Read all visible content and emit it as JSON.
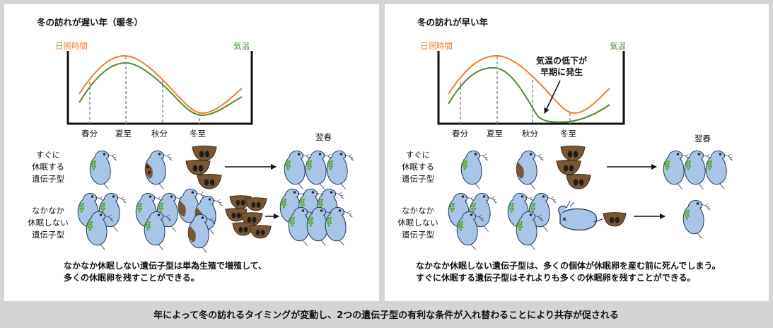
{
  "left_panel": {
    "title": "冬の訪れが遅い年（暖冬）",
    "daylight_label": "日照時間",
    "temperature_label": "気温",
    "seasons": [
      "春分",
      "夏至",
      "秋分",
      "冬至"
    ],
    "next_spring": "翌春",
    "genotype_quick": [
      "すぐに",
      "休眠する",
      "遺伝子型"
    ],
    "genotype_slow": [
      "なかなか",
      "休眠しない",
      "遺伝子型"
    ],
    "caption": [
      "なかなか休眠しない遺伝子型は単為生殖で増殖して、",
      "多くの休眠卵を残すことができる。"
    ]
  },
  "right_panel": {
    "title": "冬の訪れが早い年",
    "daylight_label": "日照時間",
    "temperature_label": "気温",
    "annotation": [
      "気温の低下が",
      "早期に発生"
    ],
    "seasons": [
      "春分",
      "夏至",
      "秋分",
      "冬至"
    ],
    "next_spring": "翌春",
    "genotype_quick": [
      "すぐに",
      "休眠する",
      "遺伝子型"
    ],
    "genotype_slow": [
      "なかなか",
      "休眠しない",
      "遺伝子型"
    ],
    "caption": [
      "なかなか休眠しない遺伝子型は、多くの個体が休眠卵を産む前に死んでしまう。",
      "すぐに休眠する遺伝子型はそれよりも多くの休眠卵を残すことができる。"
    ]
  },
  "footer": "年によって冬の訪れるタイミングが変動し、2つの遺伝子型の有利な条件が入れ替わることにより共存が促される",
  "colors": {
    "background": "#d4d4d4",
    "panel": "#ffffff",
    "daylight": "#f07d2a",
    "temperature": "#4e8f2f",
    "daphnia_body": "#a8c4e6",
    "daphnia_outline": "#2a3f5f",
    "green_eggs": "#5aa839",
    "resting_egg": "#7a5634",
    "resting_egg_ovals": "#1e1e1e"
  }
}
